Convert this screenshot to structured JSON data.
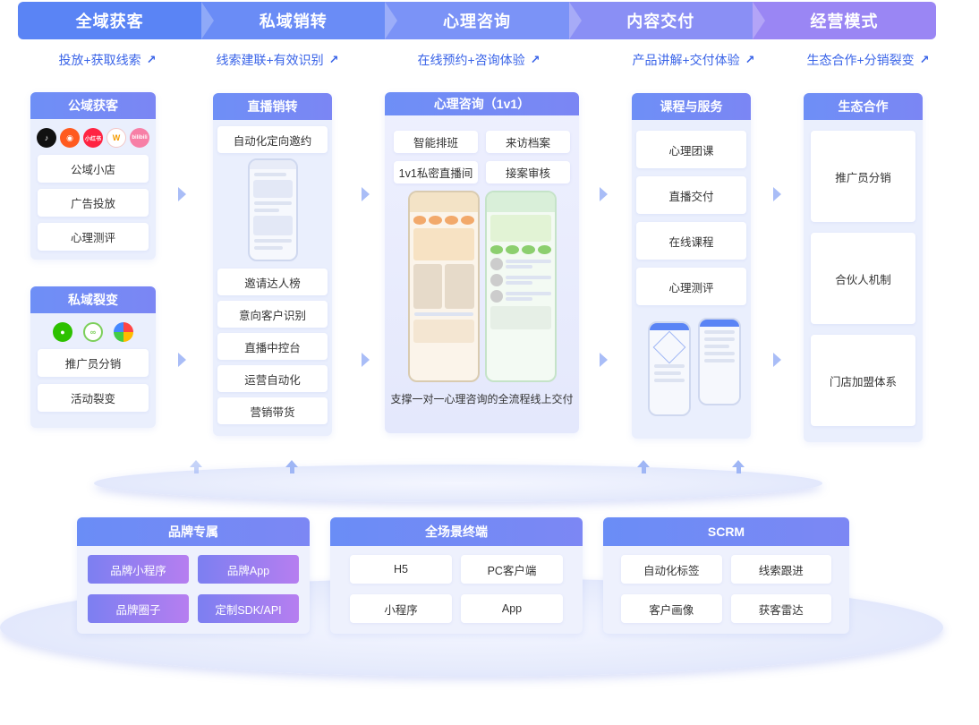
{
  "stages": [
    "全域获客",
    "私域销转",
    "心理咨询",
    "内容交付",
    "经营模式"
  ],
  "subtitles": [
    "投放+获取线索",
    "线索建联+有效识别",
    "在线预约+咨询体验",
    "产品讲解+交付体验",
    "生态合作+分销裂变"
  ],
  "col1": {
    "public": {
      "title": "公域获客",
      "social_icons": [
        "douyin-icon",
        "kuaishou-icon",
        "xiaohongshu-icon",
        "weibo-icon",
        "bilibili-icon"
      ],
      "social_labels": [
        "",
        "",
        "小红书",
        "",
        "bilibili"
      ],
      "items": [
        "公域小店",
        "广告投放",
        "心理测评"
      ]
    },
    "private": {
      "title": "私域裂变",
      "icons": [
        "wechat-icon",
        "link-icon",
        "moments-icon"
      ],
      "items": [
        "推广员分销",
        "活动裂变"
      ]
    }
  },
  "col2": {
    "title": "直播销转",
    "top_item": "自动化定向邀约",
    "items": [
      "邀请达人榜",
      "意向客户识别",
      "直播中控台",
      "运营自动化",
      "营销带货"
    ]
  },
  "col3": {
    "title": "心理咨询（1v1）",
    "tags": [
      "智能排班",
      "来访档案",
      "1v1私密直播间",
      "接案审核"
    ],
    "caption": "支撑一对一心理咨询的全流程线上交付"
  },
  "col4": {
    "title": "课程与服务",
    "items": [
      "心理团课",
      "直播交付",
      "在线课程",
      "心理测评"
    ]
  },
  "col5": {
    "title": "生态合作",
    "items": [
      "推广员分销",
      "合伙人机制",
      "门店加盟体系"
    ]
  },
  "bottom": {
    "brand": {
      "title": "品牌专属",
      "items": [
        "品牌小程序",
        "品牌App",
        "品牌圈子",
        "定制SDK/API"
      ]
    },
    "terminal": {
      "title": "全场景终端",
      "items": [
        "H5",
        "PC客户端",
        "小程序",
        "App"
      ]
    },
    "scrm": {
      "title": "SCRM",
      "items": [
        "自动化标签",
        "线索跟进",
        "客户画像",
        "获客雷达"
      ]
    }
  },
  "colors": {
    "primary": "#5a84f5",
    "accent_purple": "#b67ef0",
    "card_bg": "#eaeffd",
    "link_blue": "#3a64e8"
  }
}
